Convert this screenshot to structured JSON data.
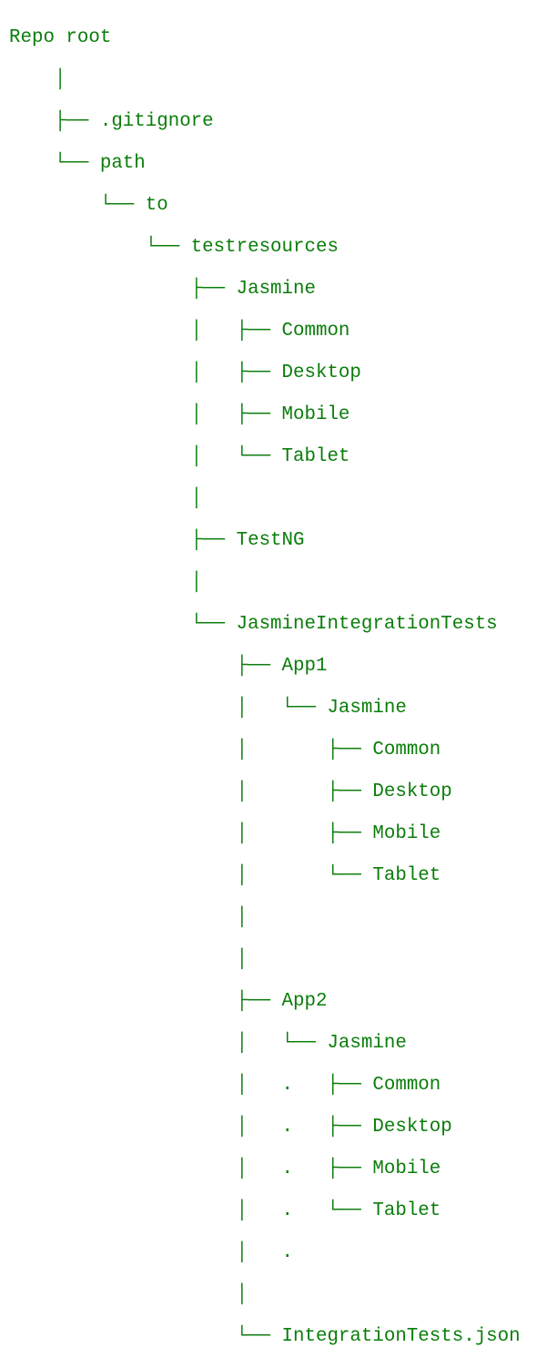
{
  "page": {
    "background_color": "#ffffff",
    "text_color": "#0a7d0a"
  },
  "tree": {
    "root_label": "Repo root",
    "lines": [
      {
        "prefix": "",
        "label": "Repo root"
      },
      {
        "prefix": "    │",
        "label": ""
      },
      {
        "prefix": "    ├── ",
        "label": ".gitignore"
      },
      {
        "prefix": "    └── ",
        "label": "path"
      },
      {
        "prefix": "        └── ",
        "label": "to"
      },
      {
        "prefix": "            └── ",
        "label": "testresources"
      },
      {
        "prefix": "                ├── ",
        "label": "Jasmine"
      },
      {
        "prefix": "                │   ├── ",
        "label": "Common"
      },
      {
        "prefix": "                │   ├── ",
        "label": "Desktop"
      },
      {
        "prefix": "                │   ├── ",
        "label": "Mobile"
      },
      {
        "prefix": "                │   └── ",
        "label": "Tablet"
      },
      {
        "prefix": "                │",
        "label": ""
      },
      {
        "prefix": "                ├── ",
        "label": "TestNG"
      },
      {
        "prefix": "                │",
        "label": ""
      },
      {
        "prefix": "                └── ",
        "label": "JasmineIntegrationTests"
      },
      {
        "prefix": "                    ├── ",
        "label": "App1"
      },
      {
        "prefix": "                    │   └── ",
        "label": "Jasmine"
      },
      {
        "prefix": "                    │       ├── ",
        "label": "Common"
      },
      {
        "prefix": "                    │       ├── ",
        "label": "Desktop"
      },
      {
        "prefix": "                    │       ├── ",
        "label": "Mobile"
      },
      {
        "prefix": "                    │       └── ",
        "label": "Tablet"
      },
      {
        "prefix": "                    │",
        "label": ""
      },
      {
        "prefix": "                    │",
        "label": ""
      },
      {
        "prefix": "                    ├── ",
        "label": "App2"
      },
      {
        "prefix": "                    │   └── ",
        "label": "Jasmine"
      },
      {
        "prefix": "                    │   .   ├── ",
        "label": "Common"
      },
      {
        "prefix": "                    │   .   ├── ",
        "label": "Desktop"
      },
      {
        "prefix": "                    │   .   ├── ",
        "label": "Mobile"
      },
      {
        "prefix": "                    │   .   └── ",
        "label": "Tablet"
      },
      {
        "prefix": "                    │   .",
        "label": ""
      },
      {
        "prefix": "                    │",
        "label": ""
      },
      {
        "prefix": "                    └── ",
        "label": "IntegrationTests.json"
      }
    ],
    "hierarchy": {
      "label": "Repo root",
      "children": [
        {
          "label": ".gitignore"
        },
        {
          "label": "path",
          "children": [
            {
              "label": "to",
              "children": [
                {
                  "label": "testresources",
                  "children": [
                    {
                      "label": "Jasmine",
                      "children": [
                        {
                          "label": "Common"
                        },
                        {
                          "label": "Desktop"
                        },
                        {
                          "label": "Mobile"
                        },
                        {
                          "label": "Tablet"
                        }
                      ]
                    },
                    {
                      "label": "TestNG"
                    },
                    {
                      "label": "JasmineIntegrationTests",
                      "children": [
                        {
                          "label": "App1",
                          "children": [
                            {
                              "label": "Jasmine",
                              "children": [
                                {
                                  "label": "Common"
                                },
                                {
                                  "label": "Desktop"
                                },
                                {
                                  "label": "Mobile"
                                },
                                {
                                  "label": "Tablet"
                                }
                              ]
                            }
                          ]
                        },
                        {
                          "label": "App2",
                          "children": [
                            {
                              "label": "Jasmine",
                              "children": [
                                {
                                  "label": "Common"
                                },
                                {
                                  "label": "Desktop"
                                },
                                {
                                  "label": "Mobile"
                                },
                                {
                                  "label": "Tablet"
                                }
                              ]
                            }
                          ]
                        },
                        {
                          "label": "IntegrationTests.json"
                        }
                      ]
                    }
                  ]
                }
              ]
            }
          ]
        }
      ]
    }
  }
}
